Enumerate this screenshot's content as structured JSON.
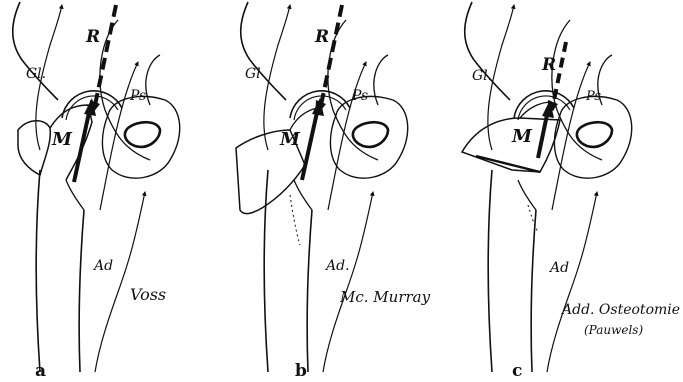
{
  "panels": [
    {
      "letter": "a",
      "procedure": "Voss",
      "procedure_note": "",
      "labels": {
        "gluteal": "Gl.",
        "psoas": "Ps",
        "adductor": "Ad",
        "resultant": "R",
        "muscle": "M"
      }
    },
    {
      "letter": "b",
      "procedure": "Mc. Murray",
      "procedure_note": "",
      "labels": {
        "gluteal": "Gl",
        "psoas": "Ps",
        "adductor": "Ad.",
        "resultant": "R",
        "muscle": "M"
      }
    },
    {
      "letter": "c",
      "procedure": "Add. Osteotomie",
      "procedure_note": "(Pauwels)",
      "labels": {
        "gluteal": "Gl.",
        "psoas": "Ps",
        "adductor": "Ad",
        "resultant": "R",
        "muscle": "M"
      }
    }
  ]
}
